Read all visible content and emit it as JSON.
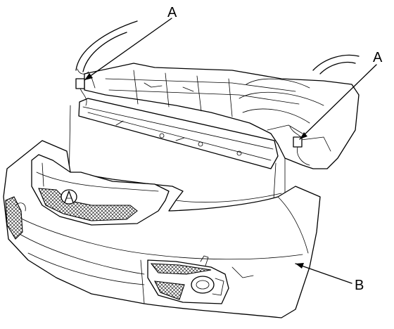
{
  "diagram": {
    "callouts": [
      {
        "id": "A1",
        "text": "A",
        "target": "left-fog-light-connector"
      },
      {
        "id": "A2",
        "text": "A",
        "target": "right-fog-light-connector"
      },
      {
        "id": "B",
        "text": "B",
        "target": "front-bumper-cover"
      }
    ],
    "colors": {
      "line": "#000000",
      "background": "#ffffff"
    }
  }
}
